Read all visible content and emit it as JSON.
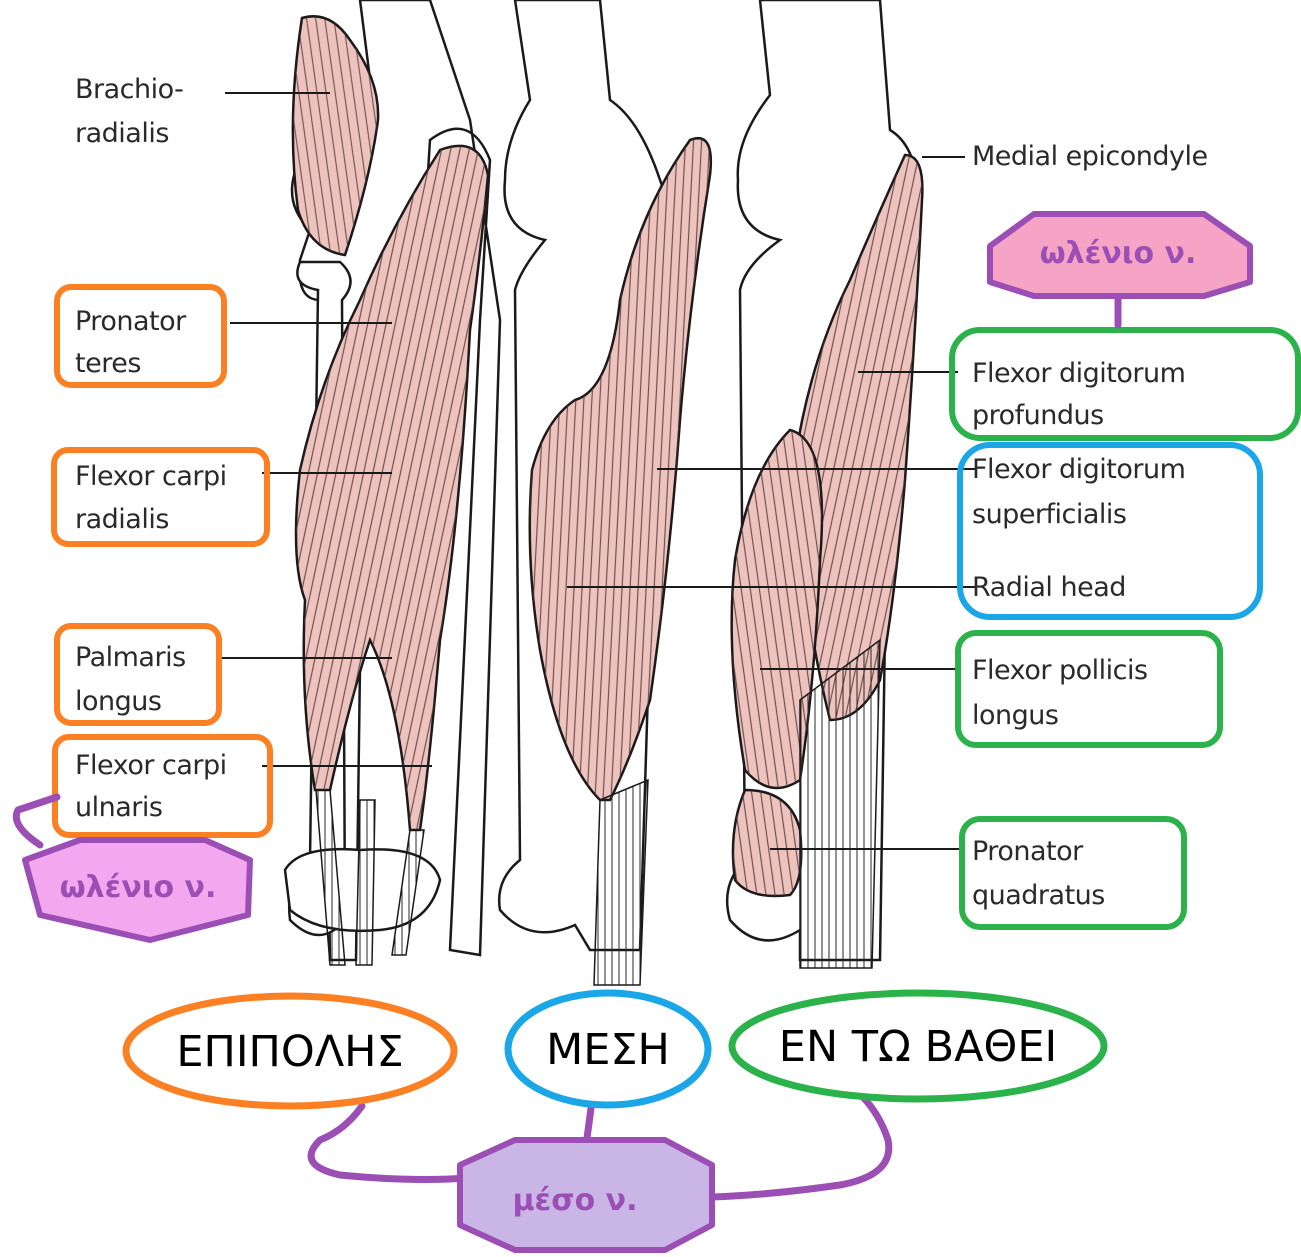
{
  "labels": {
    "brachioradialis_1": "Brachio-",
    "brachioradialis_2": "radialis",
    "medial_epicondyle": "Medial epicondyle",
    "pronator_teres_1": "Pronator",
    "pronator_teres_2": "teres",
    "fcr_1": "Flexor carpi",
    "fcr_2": "radialis",
    "palmaris_1": "Palmaris",
    "palmaris_2": "longus",
    "fcu_1": "Flexor carpi",
    "fcu_2": "ulnaris",
    "fdp_1": "Flexor digitorum",
    "fdp_2": "profundus",
    "fds_1": "Flexor digitorum",
    "fds_2": "superficialis",
    "radial_head": "Radial head",
    "fpl_1": "Flexor pollicis",
    "fpl_2": "longus",
    "pq_1": "Pronator",
    "pq_2": "quadratus"
  },
  "nerves": {
    "ulnar_top": "ωλένιο ν.",
    "ulnar_left": "ωλένιο ν.",
    "median": "μέσο ν."
  },
  "layers": {
    "superficial": "ΕΠΙΠΟΛΗΣ",
    "middle": "ΜΕΣΗ",
    "deep": "ΕΝ ΤΩ ΒΑΘΕΙ"
  },
  "colors": {
    "superficial": "#fb7f23",
    "middle": "#1ba6e8",
    "deep": "#2bb24a",
    "nerve_border": "#9b4fb5",
    "ulnar_fill_top": "#f6a4c6",
    "ulnar_fill_left": "#f3a7ee",
    "median_fill": "#c9b6e6",
    "nerve_text": "#9b4fb5",
    "muscle": "#efc3bd"
  }
}
